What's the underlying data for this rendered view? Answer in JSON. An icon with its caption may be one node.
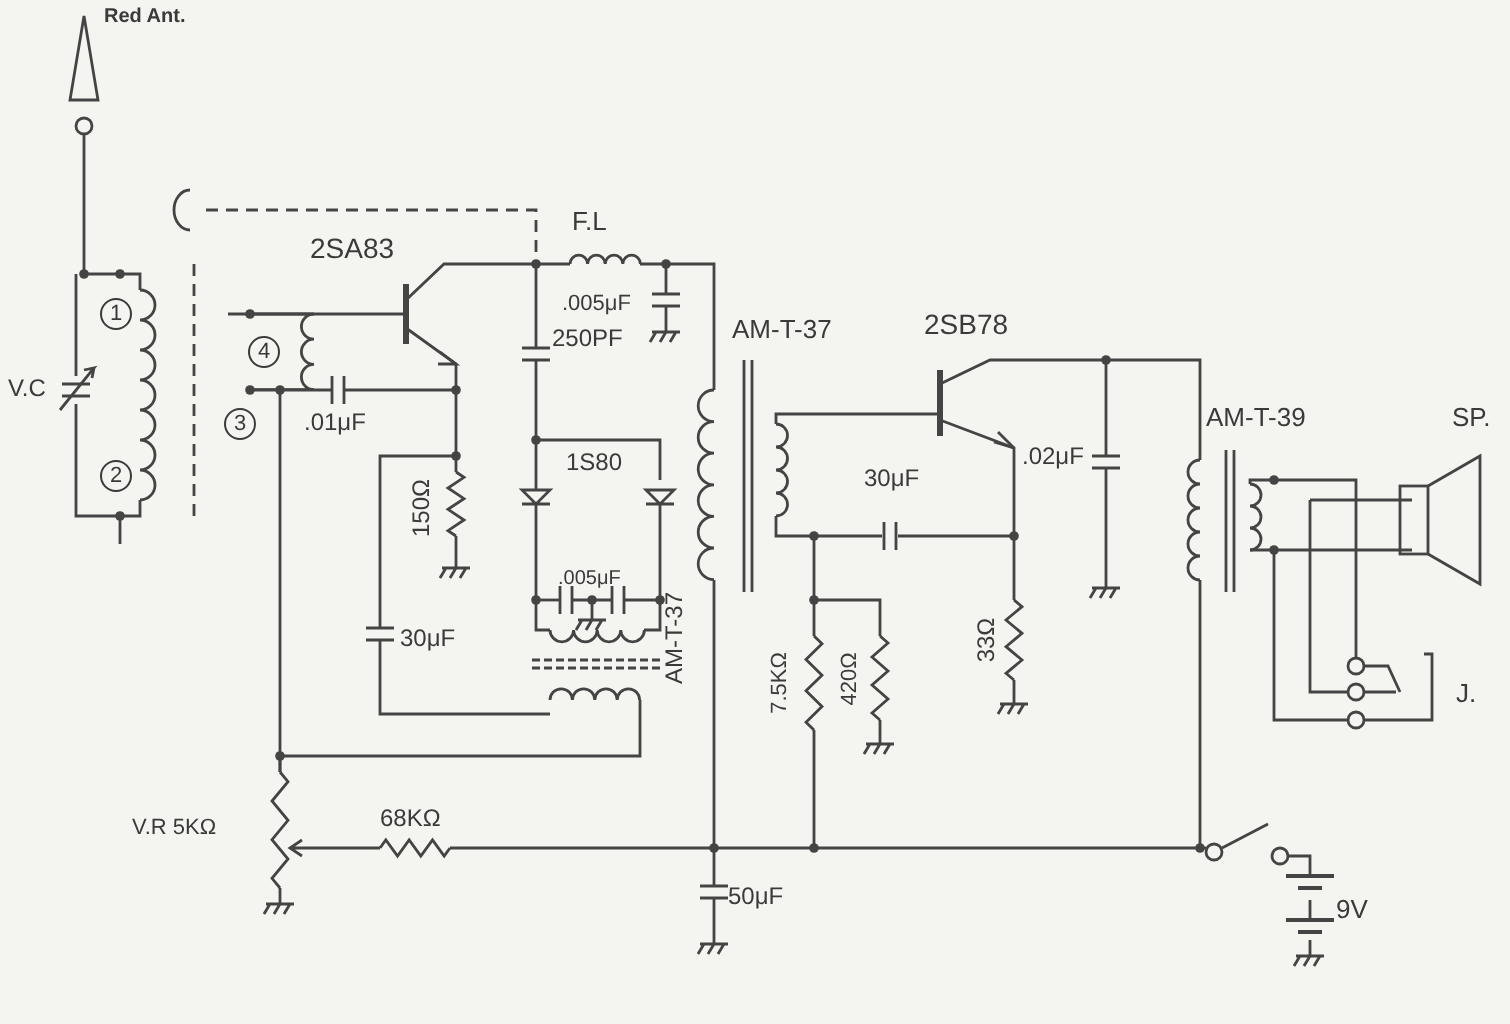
{
  "diagram": {
    "labels": [
      "Red Ant.",
      "F.L",
      "2SA83",
      ".005μF",
      "AM-T-37",
      "2SB78",
      "1",
      "4",
      "V.C",
      "250PF",
      "3",
      ".01μF",
      "AM-T-39",
      "SP.",
      "1S80",
      "30μF",
      ".02μF",
      "2",
      "150Ω",
      ".005μF",
      "J.",
      "30μF",
      "AM-T-37",
      "7.5KΩ",
      "420Ω",
      "33Ω",
      "68KΩ",
      "V.R 5KΩ",
      "50μF",
      "9V"
    ]
  }
}
